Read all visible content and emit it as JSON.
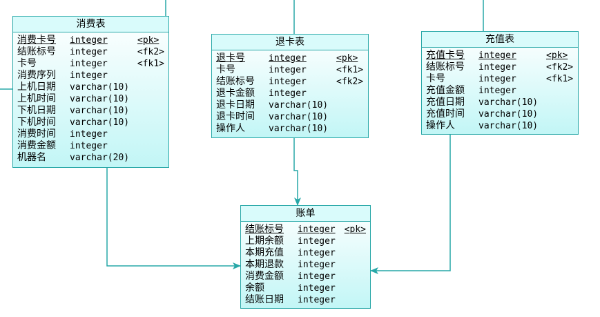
{
  "colors": {
    "border": "#27a7a7",
    "fill_bottom": "#c2f6f6",
    "fill_top": "#ffffff"
  },
  "entities": {
    "xiaofei": {
      "title": "消费表",
      "columns": [
        {
          "name": "消费卡号",
          "type": "integer",
          "key": "<pk>",
          "pk": true
        },
        {
          "name": "结账标号",
          "type": "integer",
          "key": "<fk2>"
        },
        {
          "name": "卡号",
          "type": "integer",
          "key": "<fk1>"
        },
        {
          "name": "消费序列",
          "type": "integer",
          "key": ""
        },
        {
          "name": "上机日期",
          "type": "varchar(10)",
          "key": ""
        },
        {
          "name": "上机时间",
          "type": "varchar(10)",
          "key": ""
        },
        {
          "name": "下机日期",
          "type": "varchar(10)",
          "key": ""
        },
        {
          "name": "下机时间",
          "type": "varchar(10)",
          "key": ""
        },
        {
          "name": "消费时间",
          "type": "integer",
          "key": ""
        },
        {
          "name": "消费金额",
          "type": "integer",
          "key": ""
        },
        {
          "name": "机器名",
          "type": "varchar(20)",
          "key": ""
        }
      ]
    },
    "tuika": {
      "title": "退卡表",
      "columns": [
        {
          "name": "退卡号",
          "type": "integer",
          "key": "<pk>",
          "pk": true
        },
        {
          "name": "卡号",
          "type": "integer",
          "key": "<fk1>"
        },
        {
          "name": "结账标号",
          "type": "integer",
          "key": "<fk2>"
        },
        {
          "name": "退卡金额",
          "type": "integer",
          "key": ""
        },
        {
          "name": "退卡日期",
          "type": "varchar(10)",
          "key": ""
        },
        {
          "name": "退卡时间",
          "type": "varchar(10)",
          "key": ""
        },
        {
          "name": "操作人",
          "type": "varchar(10)",
          "key": ""
        }
      ]
    },
    "chongzhi": {
      "title": "充值表",
      "columns": [
        {
          "name": "充值卡号",
          "type": "integer",
          "key": "<pk>",
          "pk": true
        },
        {
          "name": "结账标号",
          "type": "integer",
          "key": "<fk2>"
        },
        {
          "name": "卡号",
          "type": "integer",
          "key": "<fk1>"
        },
        {
          "name": "充值金额",
          "type": "integer",
          "key": ""
        },
        {
          "name": "充值日期",
          "type": "varchar(10)",
          "key": ""
        },
        {
          "name": "充值时间",
          "type": "varchar(10)",
          "key": ""
        },
        {
          "name": "操作人",
          "type": "varchar(10)",
          "key": ""
        }
      ]
    },
    "zhangdan": {
      "title": "账单",
      "columns": [
        {
          "name": "结账标号",
          "type": "integer",
          "key": "<pk>",
          "pk": true
        },
        {
          "name": "上期余额",
          "type": "integer",
          "key": ""
        },
        {
          "name": "本期充值",
          "type": "integer",
          "key": ""
        },
        {
          "name": "本期退款",
          "type": "integer",
          "key": ""
        },
        {
          "name": "消费金额",
          "type": "integer",
          "key": ""
        },
        {
          "name": "余额",
          "type": "integer",
          "key": ""
        },
        {
          "name": "结账日期",
          "type": "integer",
          "key": ""
        }
      ]
    }
  }
}
